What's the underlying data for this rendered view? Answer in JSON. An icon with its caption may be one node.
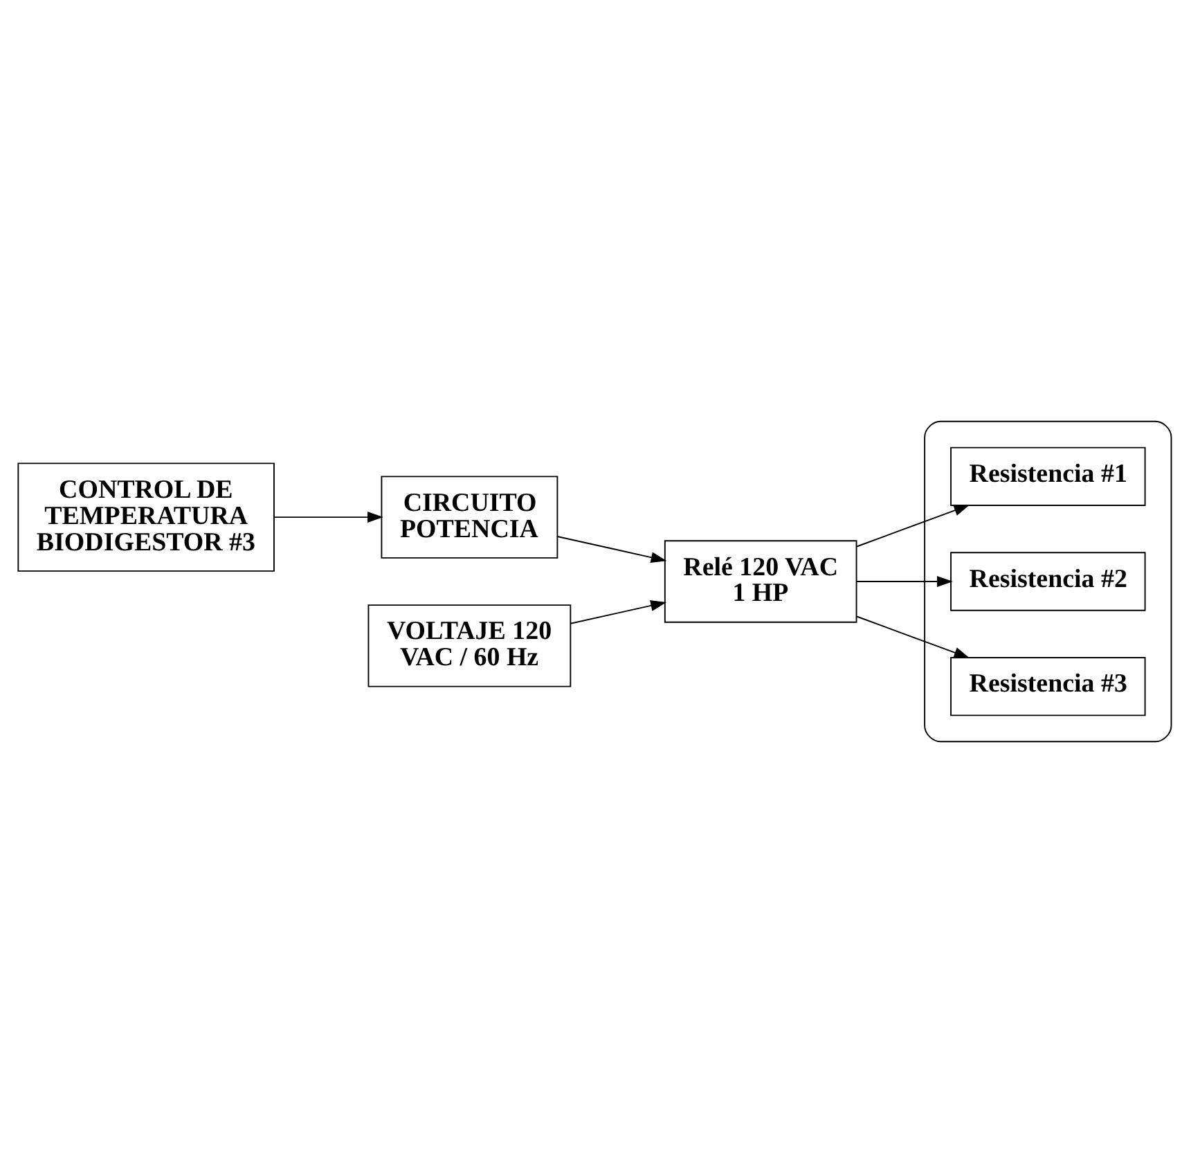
{
  "diagram": {
    "nodes": [
      {
        "text": [
          "CONTROL DE TEMPERATURA BIODIGESTOR #3"
        ]
      },
      {
        "text": [
          "CIRCUITO POTENCIA"
        ]
      },
      {
        "text": [
          "VOLTAJE 120 VAC / 60 Hz"
        ]
      },
      {
        "text": [
          "Relé 120 VAC 1 HP"
        ]
      },
      {
        "text": [],
        "shape": "cylinder"
      },
      {
        "text": [
          "Resistencia #1"
        ],
        "in": 4
      },
      {
        "text": [
          "Resistencia #2"
        ],
        "in": 4
      },
      {
        "text": [
          "Resistencia #3"
        ],
        "in": 4
      }
    ],
    "edges": [
      {
        "from": 0,
        "to": 1,
        "arrow": "to"
      },
      {
        "from": 1,
        "to": 3,
        "arrow": "to"
      },
      {
        "from": 2,
        "to": 3,
        "arrow": "to"
      },
      {
        "from": 3,
        "to": 5,
        "arrow": "to"
      },
      {
        "from": 3,
        "to": 6,
        "arrow": "to"
      },
      {
        "from": 3,
        "to": 7,
        "arrow": "to"
      }
    ]
  }
}
